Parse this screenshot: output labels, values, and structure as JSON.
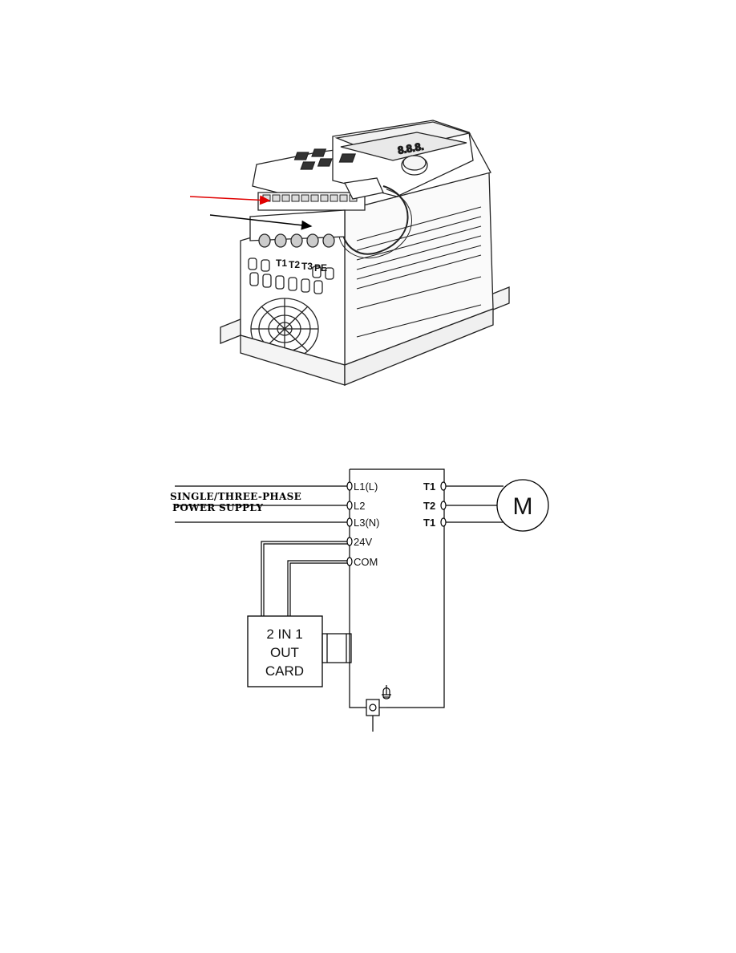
{
  "device_illustration": {
    "terminal_labels": [
      "T1",
      "T2",
      "T3",
      "PE"
    ],
    "display_text": "8.8.8.",
    "arrow_colors": {
      "upper": "#e00000",
      "lower": "#000000"
    }
  },
  "wiring_diagram": {
    "power_supply_label_line1": "SINGLE/THREE-PHASE",
    "power_supply_label_line2": "POWER SUPPLY",
    "input_terminals": [
      "L1(L)",
      "L2",
      "L3(N)",
      "24V",
      "COM"
    ],
    "output_terminals": [
      "T1",
      "T2",
      "T1"
    ],
    "motor_label": "M",
    "card_label_line1": "2 IN 1",
    "card_label_line2": "OUT",
    "card_label_line3": "CARD",
    "ground_symbol": "ground-icon"
  }
}
